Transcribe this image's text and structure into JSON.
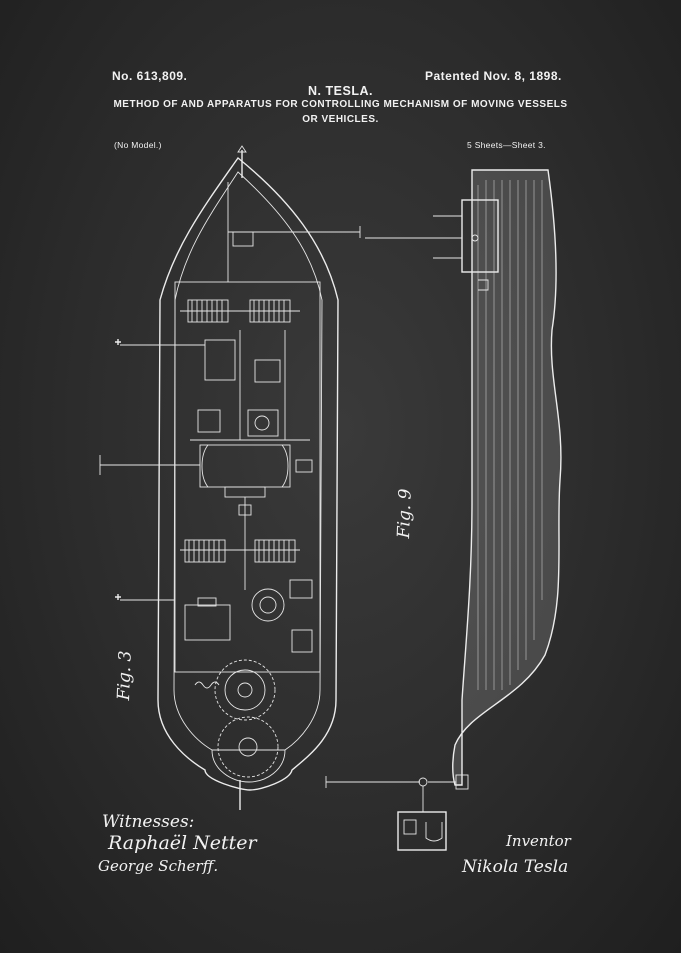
{
  "patent": {
    "number": "No. 613,809.",
    "inventor_name": "N. TESLA.",
    "date": "Patented Nov. 8, 1898.",
    "title_line1": "METHOD OF AND APPARATUS FOR CONTROLLING MECHANISM OF MOVING VESSELS",
    "title_line2": "OR VEHICLES.",
    "model": "(No Model.)",
    "sheets": "5 Sheets—Sheet 3."
  },
  "figures": {
    "fig3_label": "Fig. 3",
    "fig9_label": "Fig. 9"
  },
  "signatures": {
    "witnesses_label": "Witnesses:",
    "witness1": "Raphaël Netter",
    "witness2": "George Scherff.",
    "inventor_label": "Inventor",
    "inventor_signature": "Nikola Tesla"
  },
  "colors": {
    "background": "#2c2c2c",
    "ink": "#f2f2f2"
  }
}
